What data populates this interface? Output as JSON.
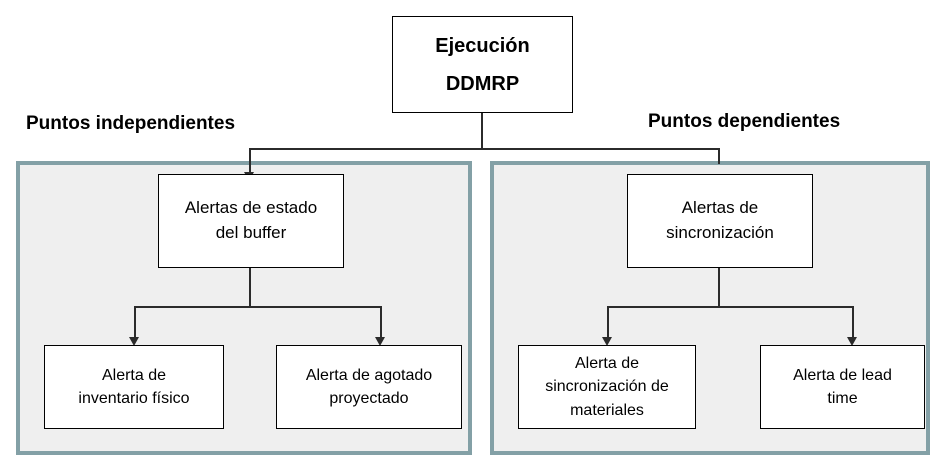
{
  "diagram": {
    "root": {
      "label": "Ejecución\nDDMRP"
    },
    "groups": [
      {
        "header": "Puntos independientes",
        "top_node": {
          "label": "Alertas de estado\ndel buffer"
        },
        "children": [
          {
            "label": "Alerta de\ninventario físico"
          },
          {
            "label": "Alerta de agotado\nproyectado"
          }
        ]
      },
      {
        "header": "Puntos dependientes",
        "top_node": {
          "label": "Alertas de\nsincronización"
        },
        "children": [
          {
            "label": "Alerta de\nsincronización de\nmateriales"
          },
          {
            "label": "Alerta de lead\ntime"
          }
        ]
      }
    ],
    "colors": {
      "panel_border": "#83a0a6",
      "panel_fill": "#efefef",
      "node_border": "#000000",
      "node_fill": "#ffffff",
      "connector": "#2b2b2b",
      "text": "#000000",
      "background": "#ffffff"
    }
  }
}
